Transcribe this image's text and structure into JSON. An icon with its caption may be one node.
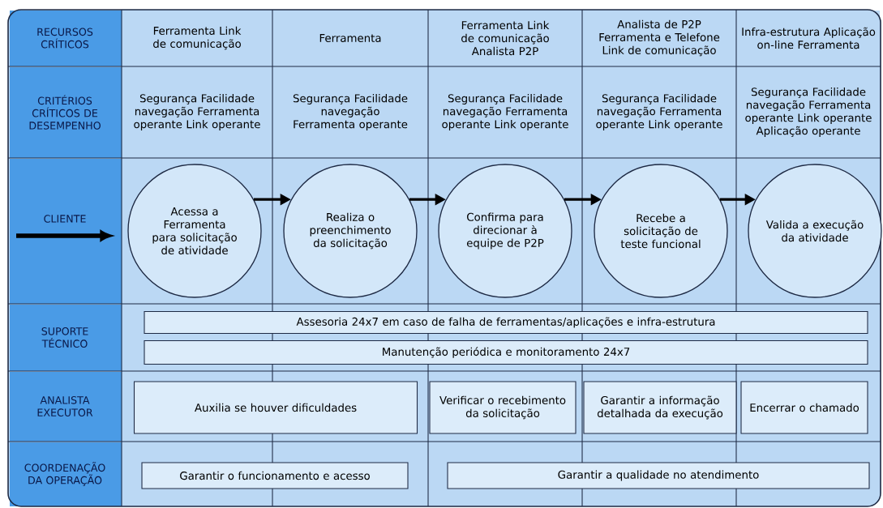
{
  "diagram": {
    "nodes": [
      {
        "text": [
          "Acessa a Ferramenta para solicitação de atividade"
        ]
      },
      {
        "text": [
          "Realiza o preenchimento da solicitação"
        ]
      },
      {
        "text": [
          "Confirma para direcionar à equipe de P2P"
        ]
      },
      {
        "text": [
          "Recebe a solicitação de teste funcional"
        ]
      },
      {
        "text": [
          "Valida a execução da atividade"
        ]
      },
      {
        "text": [
          "Assesoria 24x7 em caso de falha de ferramentas/aplicações e infra-estrutura"
        ]
      },
      {
        "text": [
          "Manutenção periódica e monitoramento 24x7"
        ]
      },
      {
        "text": [
          "Auxilia se houver dificuldades"
        ]
      },
      {
        "text": [
          "Verificar o recebimento da solicitação"
        ]
      },
      {
        "text": [
          "Garantir a informação detalhada da execução"
        ]
      },
      {
        "text": [
          "Encerrar o chamado"
        ]
      },
      {
        "text": [
          "Garantir o funcionamento e acesso"
        ]
      },
      {
        "text": [
          "Garantir a qualidade no atendimento"
        ]
      }
    ],
    "edges": [
      {
        "from": 0,
        "to": 1,
        "arrow": "to"
      },
      {
        "from": 1,
        "to": 2,
        "arrow": "to"
      },
      {
        "from": 2,
        "to": 3,
        "arrow": "to"
      },
      {
        "from": 3,
        "to": 4,
        "arrow": "to"
      }
    ],
    "labels": [
      "RECURSOS CRÍTICOS",
      "Ferramenta Link de comunicação",
      "Ferramenta",
      "Ferramenta Link de comunicação Analista P2P",
      "Analista de P2P Ferramenta e Telefone Link de comunicação",
      "Infra-estrutura Aplicação on-line Ferramenta",
      "CRITÉRIOS CRÍTICOS DE DESEMPENHO",
      "Segurança Facilidade navegação Ferramenta operante Link operante",
      "Segurança Facilidade navegação Ferramenta operante",
      "Segurança Facilidade navegação Ferramenta operante Link operante",
      "Segurança Facilidade navegação Ferramenta operante Link operante",
      "Segurança Facilidade navegação Ferramenta operante Link operante Aplicação operante",
      "CLIENTE",
      "SUPORTE TÉCNICO",
      "ANALISTA EXECUTOR",
      "COORDENAÇÃO DA OPERAÇÃO"
    ]
  }
}
